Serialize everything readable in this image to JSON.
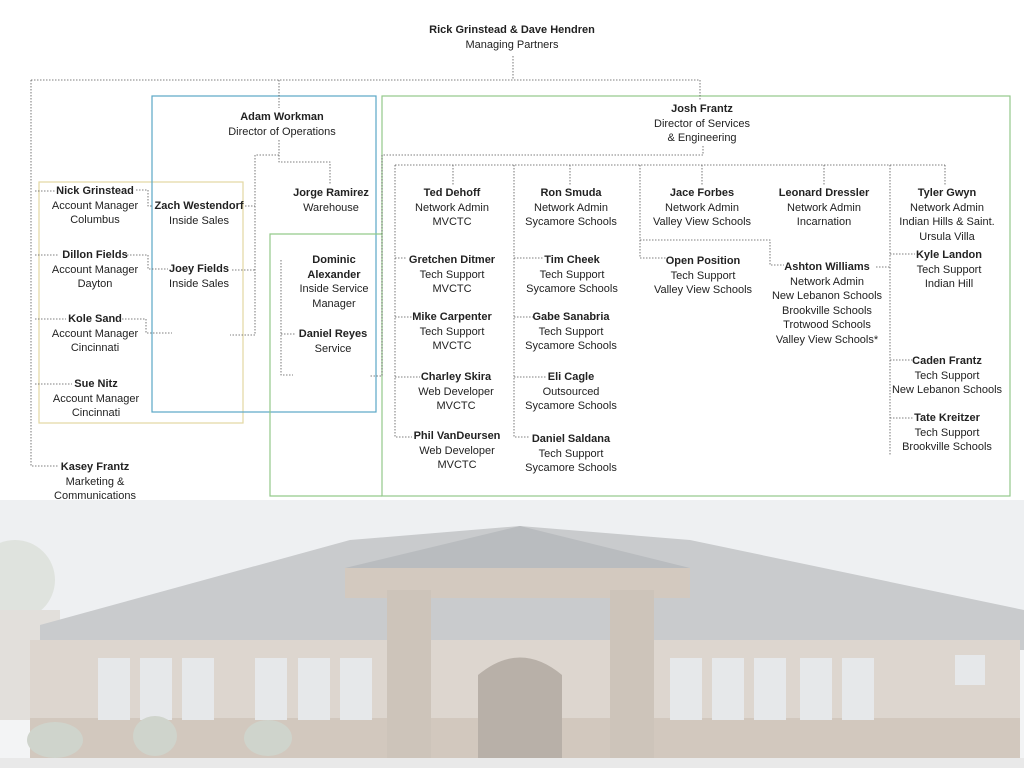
{
  "colors": {
    "blue_box": "#5aa7c6",
    "green_box": "#93c98a",
    "yellow_box": "#e2d7a2",
    "connector": "#555555"
  },
  "people": {
    "partners": {
      "name": "Rick Grinstead & Dave Hendren",
      "lines": [
        "Managing Partners"
      ]
    },
    "adam": {
      "name": "Adam Workman",
      "lines": [
        "Director of Operations"
      ]
    },
    "josh": {
      "name": "Josh Frantz",
      "lines": [
        "Director of Services",
        "& Engineering"
      ]
    },
    "nick": {
      "name": "Nick Grinstead",
      "lines": [
        "Account Manager",
        "Columbus"
      ]
    },
    "dillon": {
      "name": "Dillon Fields",
      "lines": [
        "Account Manager",
        "Dayton"
      ]
    },
    "kole": {
      "name": "Kole Sand",
      "lines": [
        "Account Manager",
        "Cincinnati"
      ]
    },
    "sue": {
      "name": "Sue Nitz",
      "lines": [
        "Account Manager",
        "Cincinnati"
      ]
    },
    "kasey": {
      "name": "Kasey Frantz",
      "lines": [
        "Marketing &",
        "Communications"
      ]
    },
    "zach": {
      "name": "Zach Westendorf",
      "lines": [
        "Inside Sales"
      ]
    },
    "joey": {
      "name": "Joey Fields",
      "lines": [
        "Inside Sales"
      ]
    },
    "jorge": {
      "name": "Jorge Ramirez",
      "lines": [
        "Warehouse"
      ]
    },
    "dominic": {
      "name": "Dominic",
      "lines": [
        "Alexander",
        "Inside Service",
        "Manager"
      ]
    },
    "daniel_reyes": {
      "name": "Daniel Reyes",
      "lines": [
        "Service"
      ]
    },
    "ted": {
      "name": "Ted Dehoff",
      "lines": [
        "Network Admin",
        "MVCTC"
      ]
    },
    "gretchen": {
      "name": "Gretchen Ditmer",
      "lines": [
        "Tech Support",
        "MVCTC"
      ]
    },
    "mike": {
      "name": "Mike Carpenter",
      "lines": [
        "Tech Support",
        "MVCTC"
      ]
    },
    "charley": {
      "name": "Charley Skira",
      "lines": [
        "Web Developer",
        "MVCTC"
      ]
    },
    "phil": {
      "name": "Phil VanDeursen",
      "lines": [
        "Web Developer",
        "MVCTC"
      ]
    },
    "ron": {
      "name": "Ron Smuda",
      "lines": [
        "Network Admin",
        "Sycamore Schools"
      ]
    },
    "tim": {
      "name": "Tim Cheek",
      "lines": [
        "Tech Support",
        "Sycamore Schools"
      ]
    },
    "gabe": {
      "name": "Gabe Sanabria",
      "lines": [
        "Tech Support",
        "Sycamore Schools"
      ]
    },
    "eli": {
      "name": "Eli Cagle",
      "lines": [
        "Outsourced",
        "Sycamore Schools"
      ]
    },
    "daniel_s": {
      "name": "Daniel Saldana",
      "lines": [
        "Tech Support",
        "Sycamore Schools"
      ]
    },
    "jace": {
      "name": "Jace Forbes",
      "lines": [
        "Network Admin",
        "Valley View Schools"
      ]
    },
    "open": {
      "name": "Open Position",
      "lines": [
        "Tech Support",
        "Valley View Schools"
      ]
    },
    "leonard": {
      "name": "Leonard Dressler",
      "lines": [
        "Network Admin",
        "Incarnation"
      ]
    },
    "ashton": {
      "name": "Ashton Williams",
      "lines": [
        "Network Admin",
        "New Lebanon Schools",
        "Brookville Schools",
        "Trotwood Schools",
        "Valley View Schools*"
      ]
    },
    "tyler": {
      "name": "Tyler Gwyn",
      "lines": [
        "Network Admin",
        "Indian Hills & Saint.",
        "Ursula Villa"
      ]
    },
    "kyle": {
      "name": "Kyle Landon",
      "lines": [
        "Tech Support",
        "Indian Hill"
      ]
    },
    "caden": {
      "name": "Caden Frantz",
      "lines": [
        "Tech Support",
        "New Lebanon Schools"
      ]
    },
    "tate": {
      "name": "Tate Kreitzer",
      "lines": [
        "Tech Support",
        "Brookville Schools"
      ]
    }
  }
}
